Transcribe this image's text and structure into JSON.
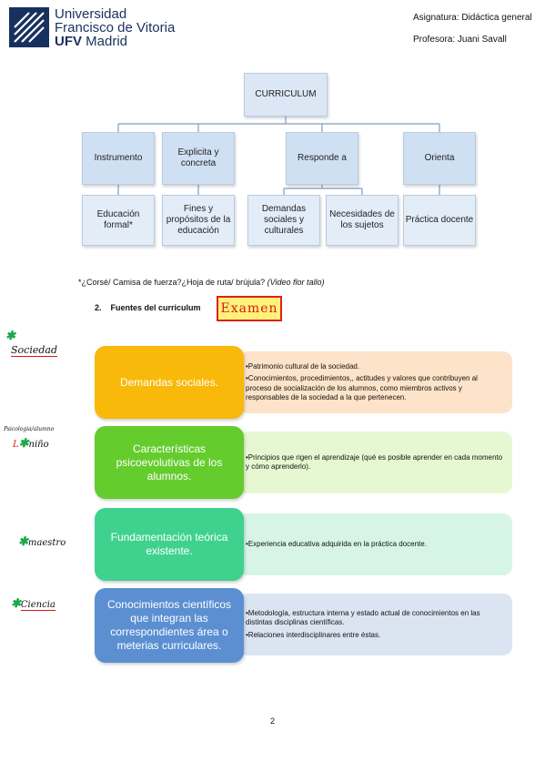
{
  "header": {
    "logo_line1": "Universidad",
    "logo_line2": "Francisco de Vitoria",
    "logo_line3_bold": "UFV",
    "logo_line3_rest": " Madrid",
    "subject": "Asignatura: Didáctica general",
    "teacher": "Profesora: Juani Savall"
  },
  "tree": {
    "root": "CURRICULUM",
    "level1": [
      "Instrumento",
      "Explicita y concreta",
      "Responde a",
      "Orienta"
    ],
    "level2": [
      "Educación formal*",
      "Fines y propósitos de la educación",
      "Demandas sociales y culturales",
      "Necesidades de los sujetos",
      "Práctica docente"
    ]
  },
  "note_text": "*¿Corsé/ Camisa de fuerza?¿Hoja de ruta/ brújula? ",
  "note_italic": "(Video flor tallo)",
  "section_title": "2.    Fuentes del curriculum",
  "exam_label": "Examen",
  "sources": [
    {
      "label": "Demandas sociales.",
      "color": "#f8b90a",
      "detail_bg": "#fde3c9",
      "points": [
        "•Patrimonio cultural de la sociedad.",
        "•Conocimientos, procedimientos,, actitudes y valores que contribuyen al proceso de socialización de los alumnos, como miembros activos y responsables de la sociedad a la que pertenecen."
      ]
    },
    {
      "label": "Características psicoevolutivas de los alumnos.",
      "color": "#65cc2e",
      "detail_bg": "#e6f8d2",
      "points": [
        "•Principios que rigen el aprendizaje (qué es posible aprender en cada momento y cómo aprenderlo)."
      ]
    },
    {
      "label": "Fundamentación teórica existente.",
      "color": "#3fd28f",
      "detail_bg": "#d6f5e8",
      "points": [
        "•Experiencia educativa adquirida en la práctica docente."
      ]
    },
    {
      "label": "Conocimientos científicos que integran las correspondientes área o meterias curriculares.",
      "color": "#5b8fd2",
      "detail_bg": "#dbe5f2",
      "points": [
        "•Metodología, estructura interna y estado actual de conocimientos en las distintas disciplinas científicas.",
        "•Relaciones interdisciplinares entre éstas."
      ]
    }
  ],
  "handwritten": {
    "sociedad": "Sociedad",
    "nino_top": "Psicologia/alumno",
    "nino": "niño",
    "maestro": "maestro",
    "ciencia": "Ciencia"
  },
  "page_number": "2"
}
